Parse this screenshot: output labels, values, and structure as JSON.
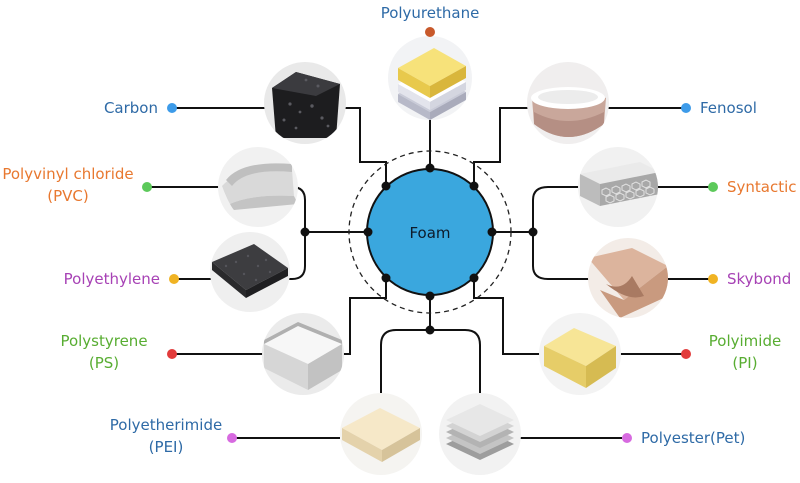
{
  "center": {
    "label": "Foam"
  },
  "colors": {
    "hub_fill": "#3aa7de",
    "line": "#111111",
    "blue": "#2e6aa6",
    "orange": "#e8782f",
    "purple": "#a742b5",
    "green": "#58ad32",
    "dot_blue": "#3d9be9",
    "dot_orange": "#c8592b",
    "dot_green": "#5cc95a",
    "dot_yellow": "#f0b323",
    "dot_red": "#e23b3b",
    "dot_violet": "#d76ae0"
  },
  "materials": [
    {
      "id": "polyurethane",
      "lines": [
        "Polyurethane"
      ],
      "label_color": "blue",
      "dot_color": "dot_orange",
      "icon": "foam-block-yellow-white-icon"
    },
    {
      "id": "carbon",
      "lines": [
        "Carbon"
      ],
      "label_color": "blue",
      "dot_color": "dot_blue",
      "icon": "carbon-foam-black-icon"
    },
    {
      "id": "fenosol",
      "lines": [
        "Fenosol"
      ],
      "label_color": "blue",
      "dot_color": "dot_blue",
      "icon": "fenosol-foam-bowl-icon"
    },
    {
      "id": "pvc",
      "lines": [
        "Polyvinyl chloride",
        "(PVC)"
      ],
      "label_color": "orange",
      "dot_color": "dot_green",
      "icon": "pvc-foam-sheet-icon"
    },
    {
      "id": "syntactic",
      "lines": [
        "Syntactic"
      ],
      "label_color": "orange",
      "dot_color": "dot_green",
      "icon": "syntactic-honeycomb-panel-icon"
    },
    {
      "id": "polyethylene",
      "lines": [
        "Polyethylene"
      ],
      "label_color": "purple",
      "dot_color": "dot_yellow",
      "icon": "polyethylene-foam-dark-icon"
    },
    {
      "id": "skybond",
      "lines": [
        "Skybond"
      ],
      "label_color": "purple",
      "dot_color": "dot_yellow",
      "icon": "skybond-tan-foam-icon"
    },
    {
      "id": "polystyrene",
      "lines": [
        "Polystyrene",
        "(PS)"
      ],
      "label_color": "green",
      "dot_color": "dot_red",
      "icon": "polystyrene-white-block-icon"
    },
    {
      "id": "polyimide",
      "lines": [
        "Polyimide",
        "(PI)"
      ],
      "label_color": "green",
      "dot_color": "dot_red",
      "icon": "polyimide-yellow-block-icon"
    },
    {
      "id": "pei",
      "lines": [
        "Polyetherimide",
        "(PEI)"
      ],
      "label_color": "blue",
      "dot_color": "dot_violet",
      "icon": "pei-cream-block-icon"
    },
    {
      "id": "pet",
      "lines": [
        "Polyester(Pet)"
      ],
      "label_color": "blue",
      "dot_color": "dot_violet",
      "icon": "pet-stacked-sheets-icon"
    }
  ]
}
